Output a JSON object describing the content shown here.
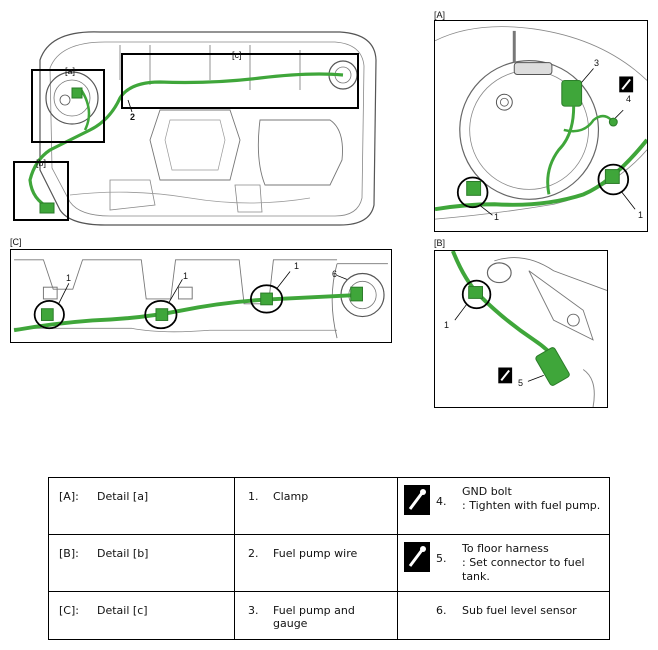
{
  "labels": {
    "main_a": "[a]",
    "main_b": "[b]",
    "main_c": "[c]",
    "main_2": "2",
    "panel_A": "[A]",
    "panel_B": "[B]",
    "panel_C": "[C]",
    "A_1a": "1",
    "A_1b": "1",
    "A_3": "3",
    "A_4": "4",
    "C_1a": "1",
    "C_1b": "1",
    "C_1c": "1",
    "C_6": "6",
    "B_1": "1",
    "B_5": "5"
  },
  "legend": [
    {
      "key": "[A]:",
      "value": "Detail [a]",
      "num": "1.",
      "desc": "Clamp",
      "icon": "torque-wrench-icon",
      "inum": "4.",
      "itext": "GND bolt\n : Tighten with fuel pump."
    },
    {
      "key": "[B]:",
      "value": "Detail [b]",
      "num": "2.",
      "desc": "Fuel pump wire",
      "icon": "torque-wrench-icon",
      "inum": "5.",
      "itext": "To floor harness\n : Set connector to fuel tank."
    },
    {
      "key": "[C]:",
      "value": "Detail [c]",
      "num": "3.",
      "desc": "Fuel pump and gauge",
      "inum": "6.",
      "itext": "Sub fuel level sensor"
    }
  ],
  "colors": {
    "wire": "#3fa63a",
    "wire_dark": "#2a7a28",
    "line": "#555555",
    "frame": "#000000"
  }
}
